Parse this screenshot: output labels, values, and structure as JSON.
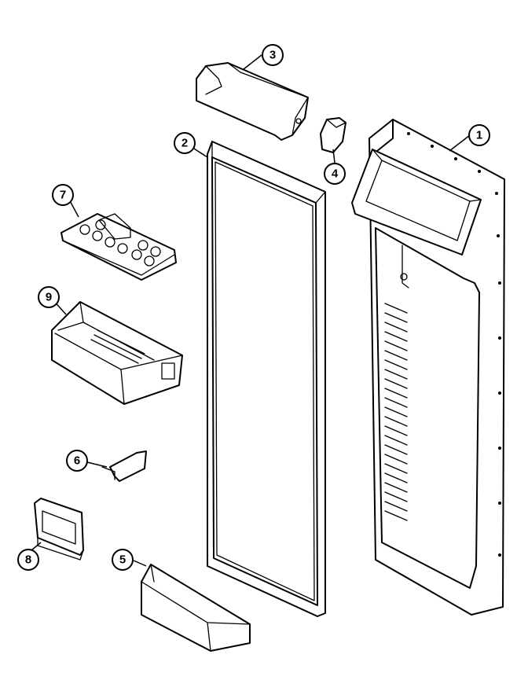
{
  "callouts": {
    "c1": "1",
    "c2": "2",
    "c3": "3",
    "c4": "4",
    "c5": "5",
    "c6": "6",
    "c7": "7",
    "c8": "8",
    "c9": "9"
  }
}
